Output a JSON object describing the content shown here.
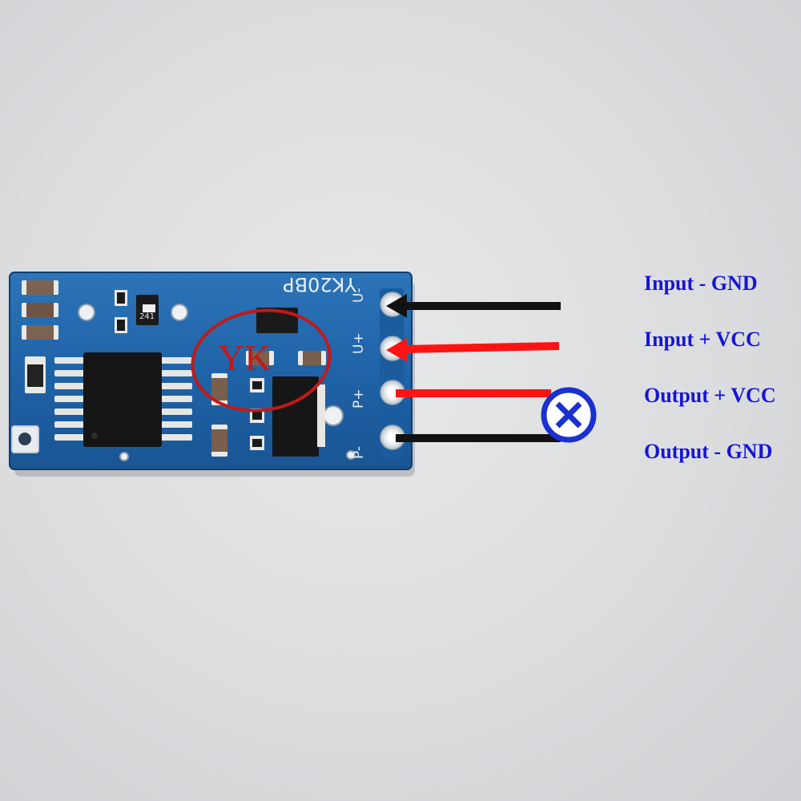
{
  "labels": {
    "input_gnd": "Input - GND",
    "input_vcc": "Input + VCC",
    "output_vcc": "Output + VCC",
    "output_gnd": "Output - GND"
  },
  "board": {
    "silkscreen_model": "YK20BP",
    "logo_text": "YK",
    "pin_labels": [
      "U-",
      "U+",
      "P+",
      "P-"
    ],
    "chip_marking": "241"
  },
  "colors": {
    "label_text": "#1515d4",
    "pcb": "#1f63a8",
    "wire_gnd": "#111111",
    "wire_vcc": "#ff1414",
    "lamp": "#1a30d0"
  },
  "icons": {
    "lamp": "lamp-symbol-icon",
    "arrow": "arrow-left-icon"
  }
}
